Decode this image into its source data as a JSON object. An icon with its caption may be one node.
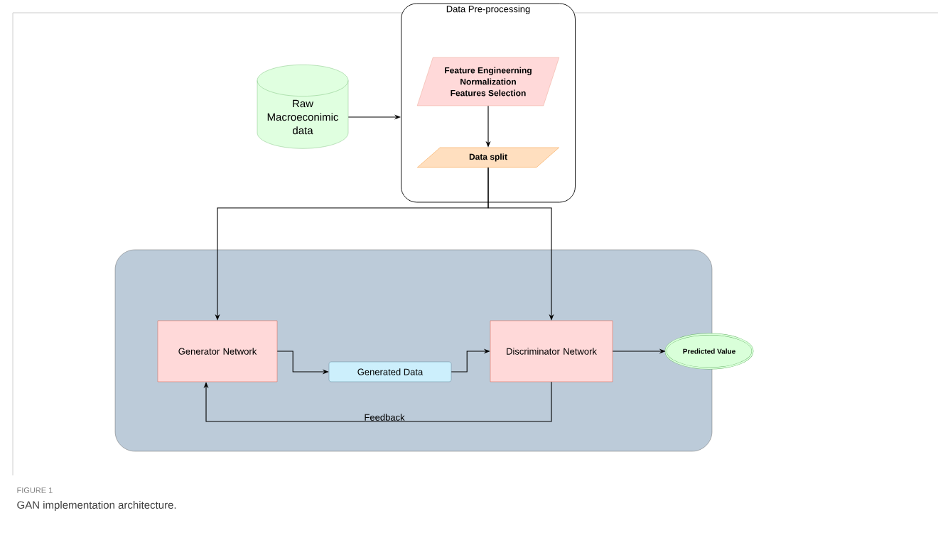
{
  "diagram": {
    "caption": "GAN implementation architecture.",
    "nodes": [
      {
        "text": [
          "Data Pre-processing"
        ]
      },
      {
        "text": [
          "Feature Engineerning",
          "Normalization",
          "Features Selection"
        ],
        "in": 0
      },
      {
        "text": [
          "Data split"
        ],
        "in": 0
      },
      {
        "text": [
          "Raw Macroeconimic data"
        ]
      },
      {
        "text": [],
        "shape": "box"
      },
      {
        "text": [
          "Generator Network"
        ],
        "in": 4
      },
      {
        "text": [
          "Generated Data"
        ],
        "in": 4
      },
      {
        "text": [
          "Discriminator Network"
        ],
        "in": 4
      },
      {
        "text": [
          "Predicted Value"
        ]
      }
    ],
    "edges": [
      {
        "from": 3,
        "to": 0,
        "arrow": "to"
      },
      {
        "from": 1,
        "to": 2,
        "arrow": "to"
      },
      {
        "from": 2,
        "to": 5,
        "arrow": "to"
      },
      {
        "from": 2,
        "to": 7,
        "arrow": "to"
      },
      {
        "from": 5,
        "to": 6,
        "arrow": "to"
      },
      {
        "from": 6,
        "to": 7,
        "arrow": "to"
      },
      {
        "from": 7,
        "to": 5,
        "arrow": "to",
        "label": "Feedback"
      },
      {
        "from": 7,
        "to": 8,
        "arrow": "to"
      }
    ],
    "labels": [
      "FIGURE 1"
    ]
  }
}
